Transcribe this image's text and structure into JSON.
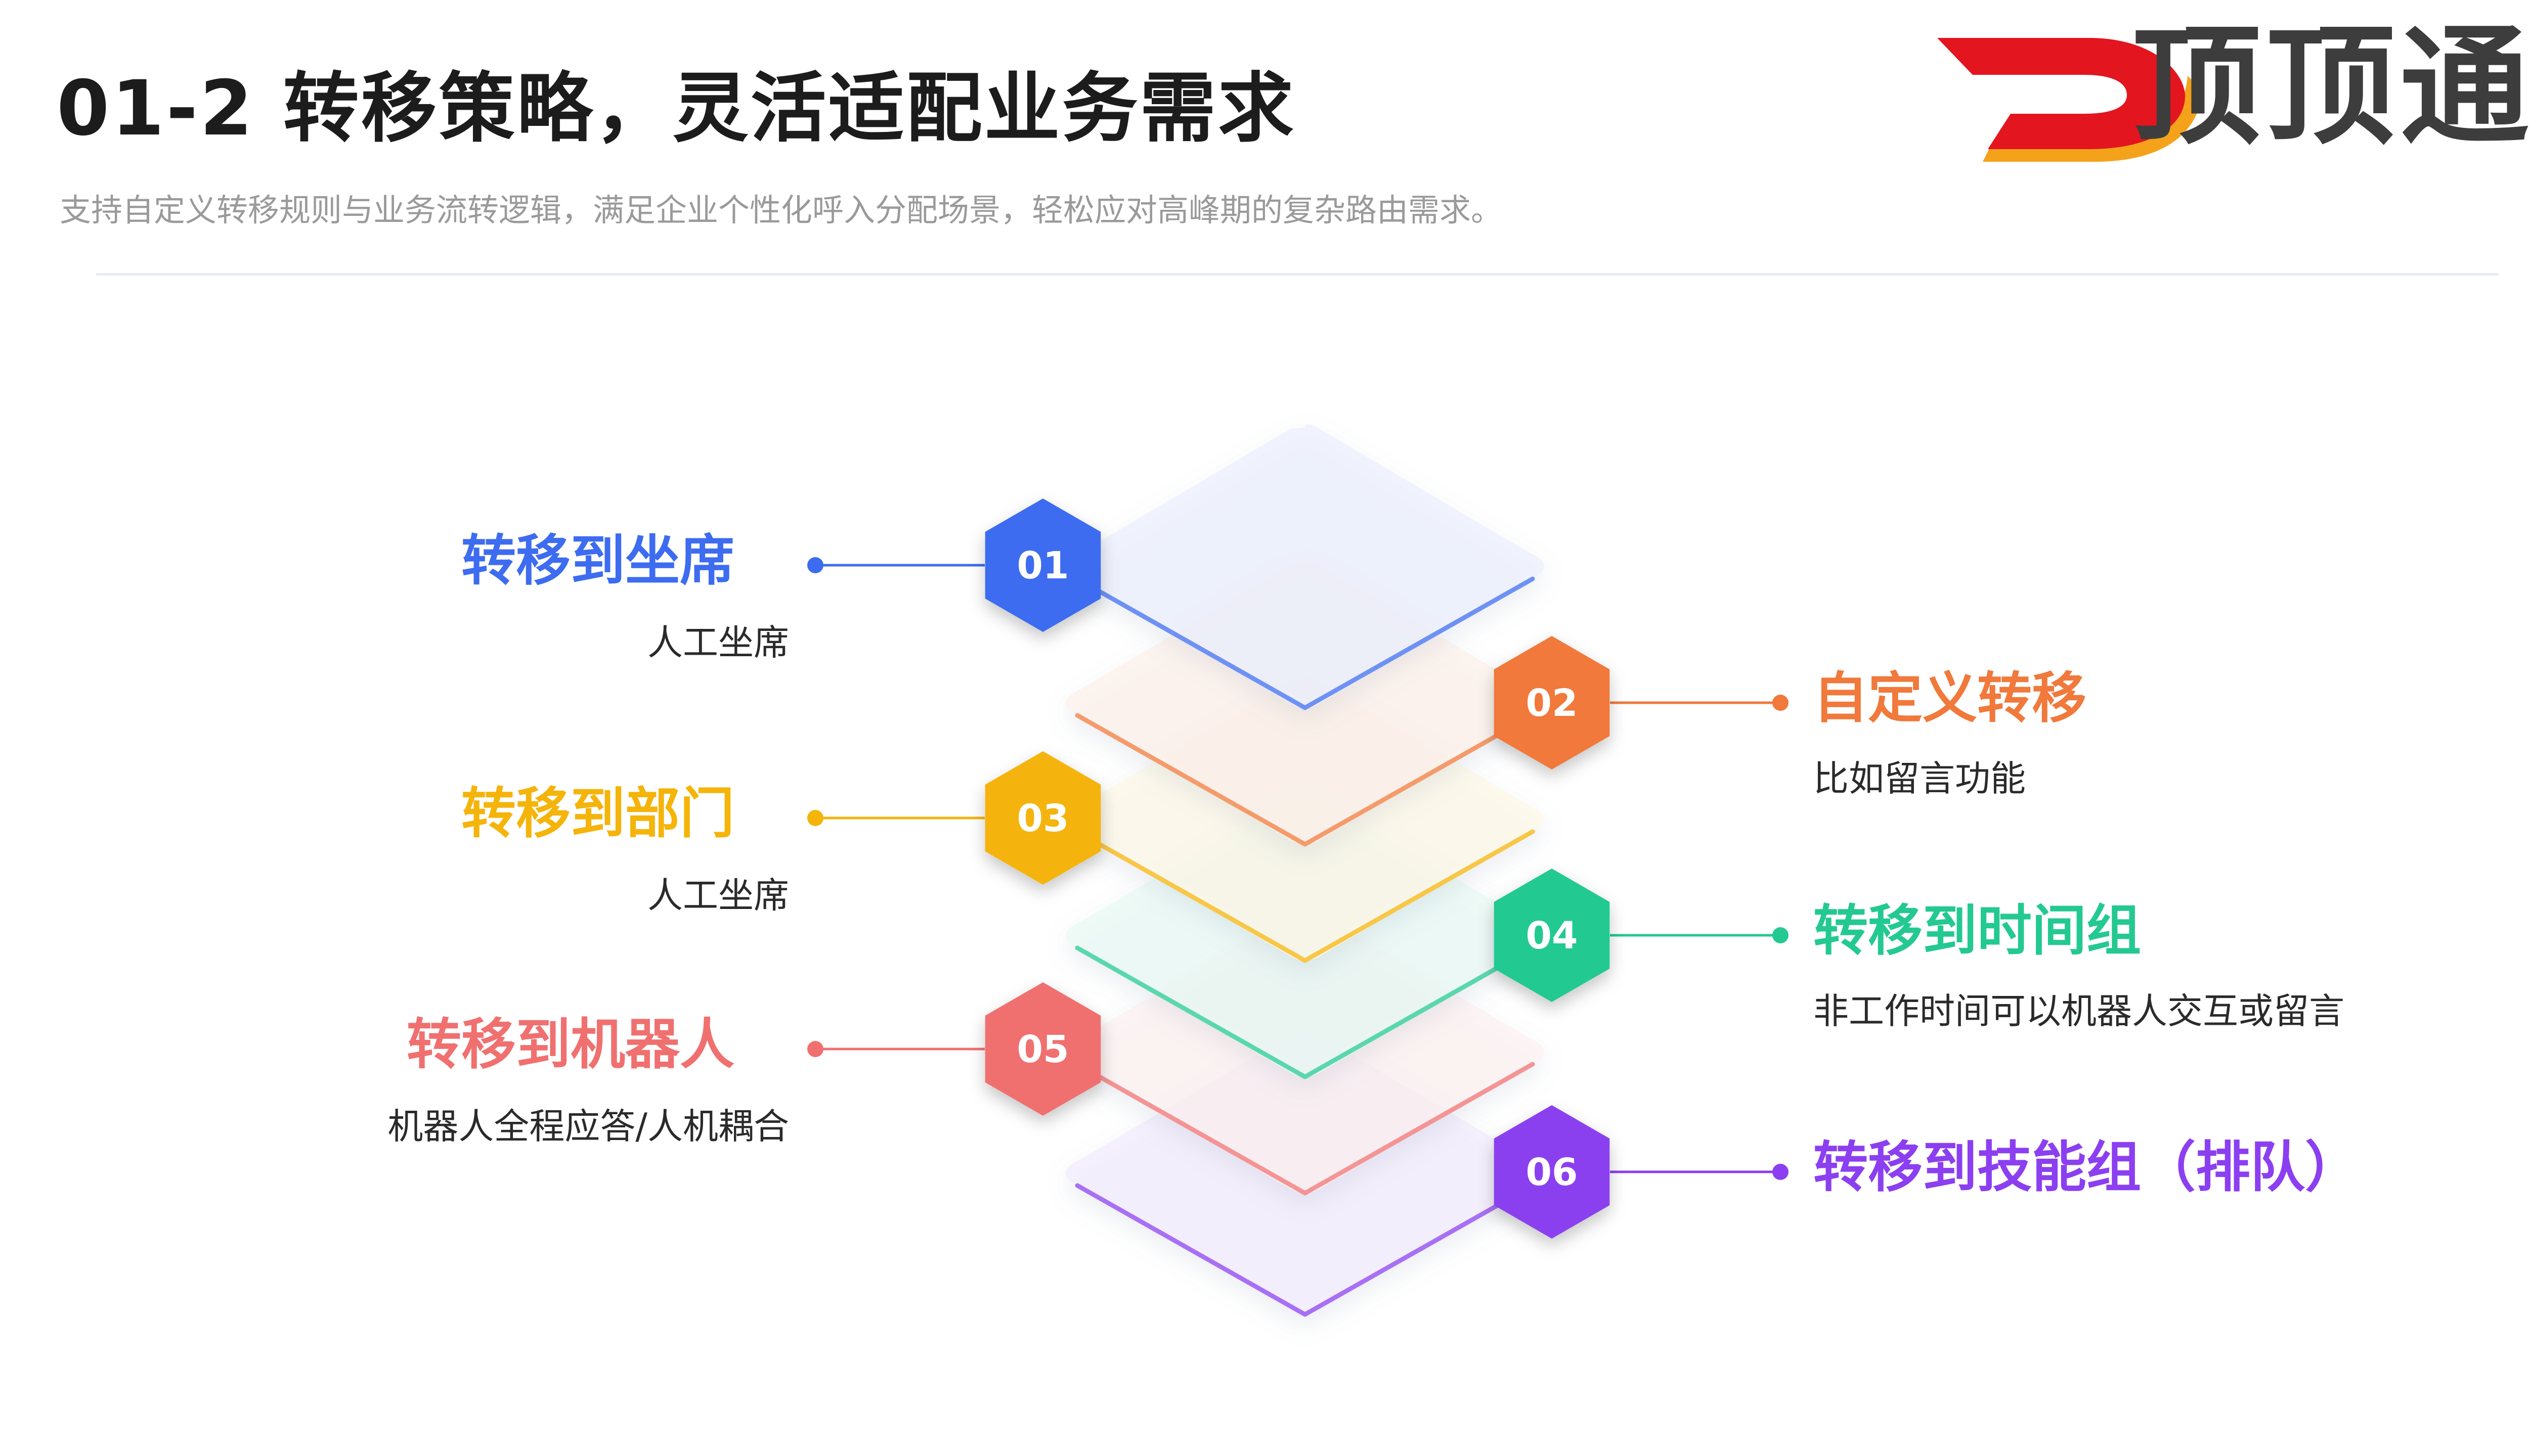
{
  "header": {
    "title": "01-2 转移策略，灵活适配业务需求",
    "subtitle": "支持自定义转移规则与业务流转逻辑，满足企业个性化呼入分配场景，轻松应对高峰期的复杂路由需求。"
  },
  "brand": {
    "name": "顶顶通",
    "logo_icon": "dingdingtong-d-logo-icon",
    "logo_color": "#e3151f",
    "logo_accent": "#f5a21b"
  },
  "steps": [
    {
      "number": "01",
      "title": "转移到坐席",
      "desc": "人工坐席",
      "side": "left",
      "color": "#3d6cf0"
    },
    {
      "number": "02",
      "title": "自定义转移",
      "desc": "比如留言功能",
      "side": "right",
      "color": "#f0793b"
    },
    {
      "number": "03",
      "title": "转移到部门",
      "desc": "人工坐席",
      "side": "left",
      "color": "#f5b40a"
    },
    {
      "number": "04",
      "title": "转移到时间组",
      "desc": "非工作时间可以机器人交互或留言",
      "side": "right",
      "color": "#23c991"
    },
    {
      "number": "05",
      "title": "转移到机器人",
      "desc": "机器人全程应答/人机耦合",
      "side": "left",
      "color": "#f07070"
    },
    {
      "number": "06",
      "title": "转移到技能组（排队）",
      "desc": "",
      "side": "right",
      "color": "#8b3ff0"
    }
  ]
}
